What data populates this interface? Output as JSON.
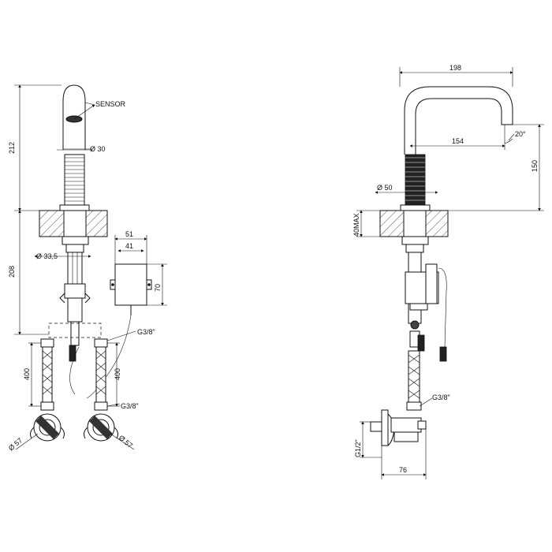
{
  "labels": {
    "sensor": "SENSOR",
    "d30": "Ø 30",
    "h212": "212",
    "h208": "208",
    "d33_5": "Ø 33,5",
    "w51": "51",
    "w41": "41",
    "h70": "70",
    "g38_a": "G3/8\"",
    "g38_b": "G3/8\"",
    "g38_c": "G3/8\"",
    "h400_left": "400",
    "h400_right": "400",
    "d57_left": "Ø 57",
    "d57_right": "Ø 57",
    "w198": "198",
    "w154": "154",
    "angle20": "20°",
    "h150": "150",
    "d50": "Ø 50",
    "max40": "40MAX",
    "g12": "G1/2\"",
    "w76": "76"
  }
}
